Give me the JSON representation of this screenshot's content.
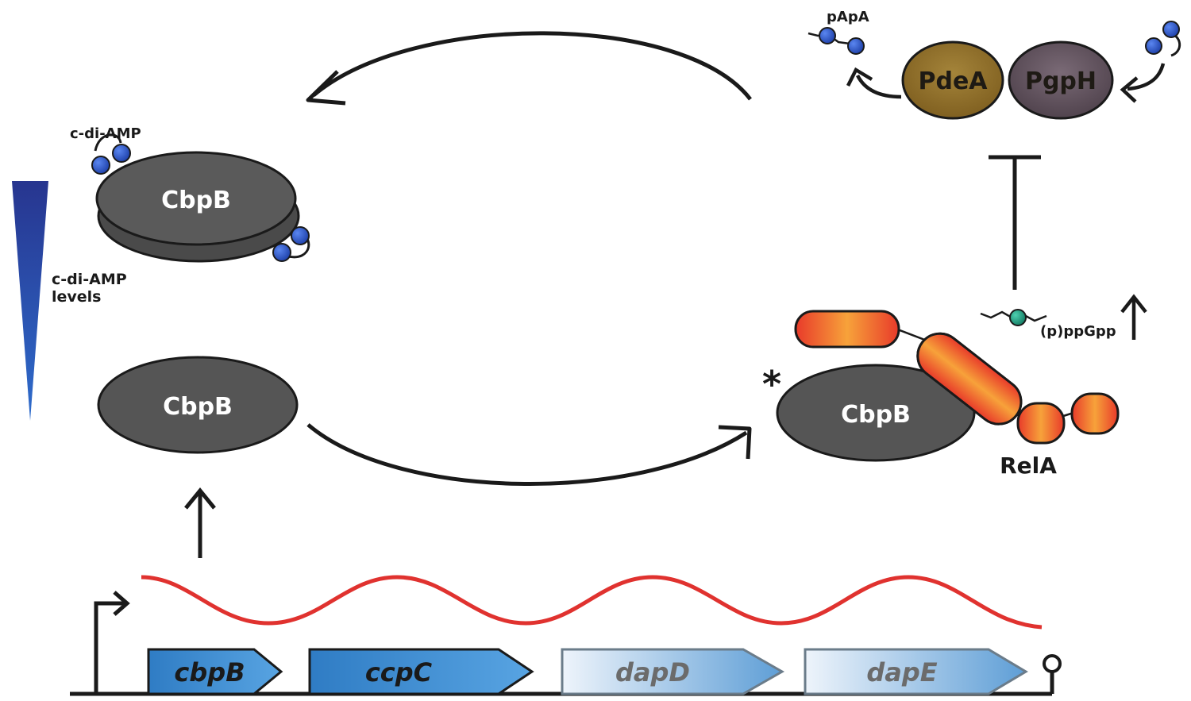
{
  "labels": {
    "papa": "pApA",
    "cdiamp": "c-di-AMP",
    "levels_line1": "c-di-AMP",
    "levels_line2": "levels",
    "ppgpp": "(p)ppGpp",
    "asterisk": "*"
  },
  "proteins": {
    "cbpb_top": "CbpB",
    "cbpb_mid": "CbpB",
    "cbpb_right": "CbpB",
    "pdea": "PdeA",
    "pgph": "PgpH",
    "rela": "RelA"
  },
  "genes": [
    "cbpB",
    "ccpC",
    "dapD",
    "dapE"
  ],
  "colors": {
    "protein_gray": "#555555",
    "pdea": "#8b6a24",
    "pgph": "#5e4f5a",
    "mrna": "#e0322f",
    "gene_dark": "#3a8ad0",
    "gene_light": "#b9d4ec",
    "cdiamp_dot": "#2650c8",
    "ppgpp_dot": "#1e9a80",
    "rela_orange": "#f06a2a"
  }
}
